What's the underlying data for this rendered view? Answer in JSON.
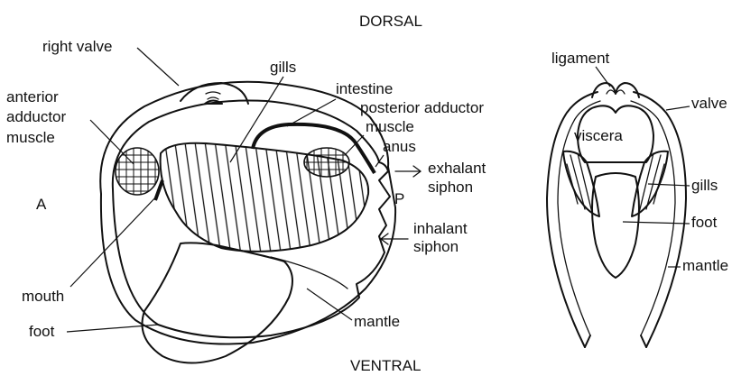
{
  "orientation": {
    "dorsal": "DORSAL",
    "ventral": "VENTRAL",
    "anterior": "A",
    "posterior": "P"
  },
  "side_view_labels": {
    "right_valve": "right valve",
    "anterior_adductor_1": "anterior",
    "anterior_adductor_2": "adductor",
    "anterior_adductor_3": "muscle",
    "gills": "gills",
    "intestine": "intestine",
    "posterior_adductor_1": "posterior adductor",
    "posterior_adductor_2": "muscle",
    "anus": "anus",
    "exhalant_1": "exhalant",
    "exhalant_2": "siphon",
    "inhalant_1": "inhalant",
    "inhalant_2": "siphon",
    "mouth": "mouth",
    "foot": "foot",
    "mantle": "mantle"
  },
  "section_view_labels": {
    "ligament": "ligament",
    "valve": "valve",
    "viscera": "viscera",
    "gills": "gills",
    "foot": "foot",
    "mantle": "mantle"
  },
  "colors": {
    "ink": "#111111",
    "paper": "#ffffff"
  }
}
